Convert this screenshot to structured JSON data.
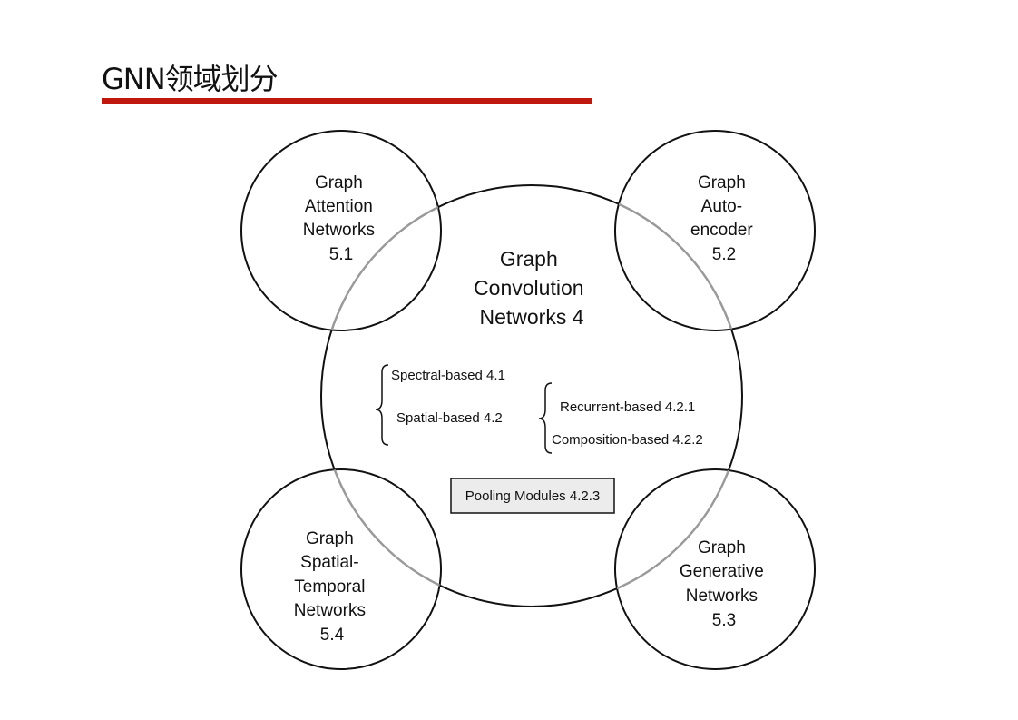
{
  "slide": {
    "title": "GNN领域划分",
    "accent_color": "#c0170f"
  },
  "diagram": {
    "central": {
      "lines": [
        "Graph",
        "Convolution",
        "Networks 4"
      ],
      "branches": {
        "spectral": "Spectral-based 4.1",
        "spatial": "Spatial-based 4.2",
        "recurrent": "Recurrent-based 4.2.1",
        "composition": "Composition-based 4.2.2"
      },
      "pooling": "Pooling Modules 4.2.3"
    },
    "attention": {
      "lines": [
        "Graph",
        "Attention",
        "Networks",
        "5.1"
      ]
    },
    "autoencoder": {
      "lines": [
        "Graph",
        "Auto-",
        "encoder",
        "5.2"
      ]
    },
    "generative": {
      "lines": [
        "Graph",
        "Generative",
        "Networks",
        "5.3"
      ]
    },
    "spatial_temporal": {
      "lines": [
        "Graph",
        "Spatial-",
        "Temporal",
        "Networks",
        "5.4"
      ]
    }
  }
}
